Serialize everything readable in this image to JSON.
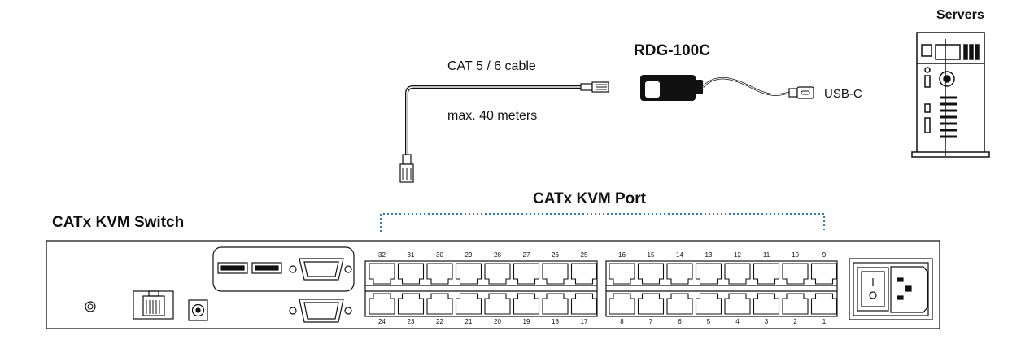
{
  "labels": {
    "servers": "Servers",
    "adapter_model": "RDG-100C",
    "cable_type": "CAT 5 / 6 cable",
    "cable_length": "max. 40 meters",
    "usb": "USB-C",
    "port_group": "CATx KVM Port",
    "switch": "CATx KVM Switch"
  },
  "ports": {
    "top_left": [
      "32",
      "31",
      "30",
      "29",
      "28",
      "27",
      "26",
      "25"
    ],
    "top_right": [
      "16",
      "15",
      "14",
      "13",
      "12",
      "11",
      "10",
      "9"
    ],
    "bottom_left": [
      "24",
      "23",
      "22",
      "21",
      "20",
      "19",
      "18",
      "17"
    ],
    "bottom_right": [
      "8",
      "7",
      "6",
      "5",
      "4",
      "3",
      "2",
      "1"
    ]
  },
  "colors": {
    "line": "#111111",
    "dotted_bracket": "#2f7fb0",
    "background": "#ffffff"
  }
}
